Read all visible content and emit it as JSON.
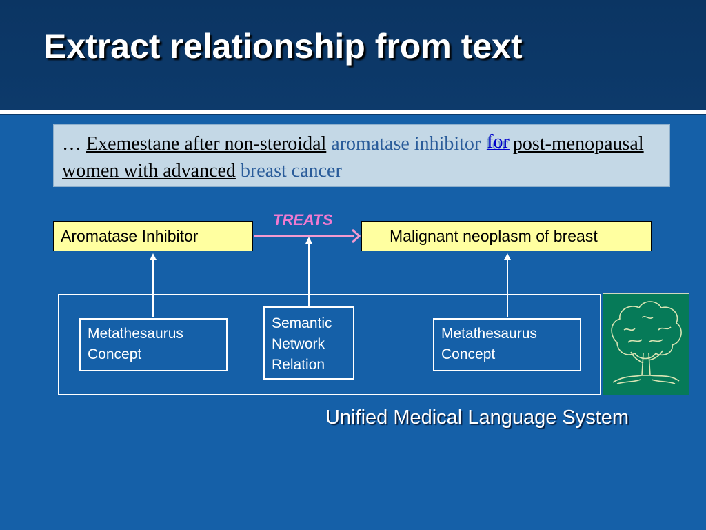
{
  "slide": {
    "title": "Extract relationship from text"
  },
  "quote": {
    "ellipsis": "…",
    "part1": "Exemestane after non-steroidal",
    "part2": "aromatase inhibitor",
    "ghost_for": "for",
    "for_word": "for",
    "part3": "post-menopausal women with advanced",
    "part4": "breast cancer"
  },
  "relation": {
    "label": "TREATS"
  },
  "concepts": {
    "source": "Aromatase Inhibitor",
    "target": "Malignant neoplasm of breast"
  },
  "umls": {
    "left_box": [
      "Metathesaurus",
      "Concept"
    ],
    "middle_box": [
      "Semantic",
      "Network",
      "Relation"
    ],
    "right_box": [
      "Metathesaurus",
      "Concept"
    ],
    "caption": "Unified Medical Language System",
    "logo_icon": "tree-icon"
  },
  "colors": {
    "background": "#1560a8",
    "header": "#0d3a6b",
    "concept_fill": "#ffffa0",
    "relation_label": "#f07ad0",
    "logo_fill": "#067a58"
  }
}
